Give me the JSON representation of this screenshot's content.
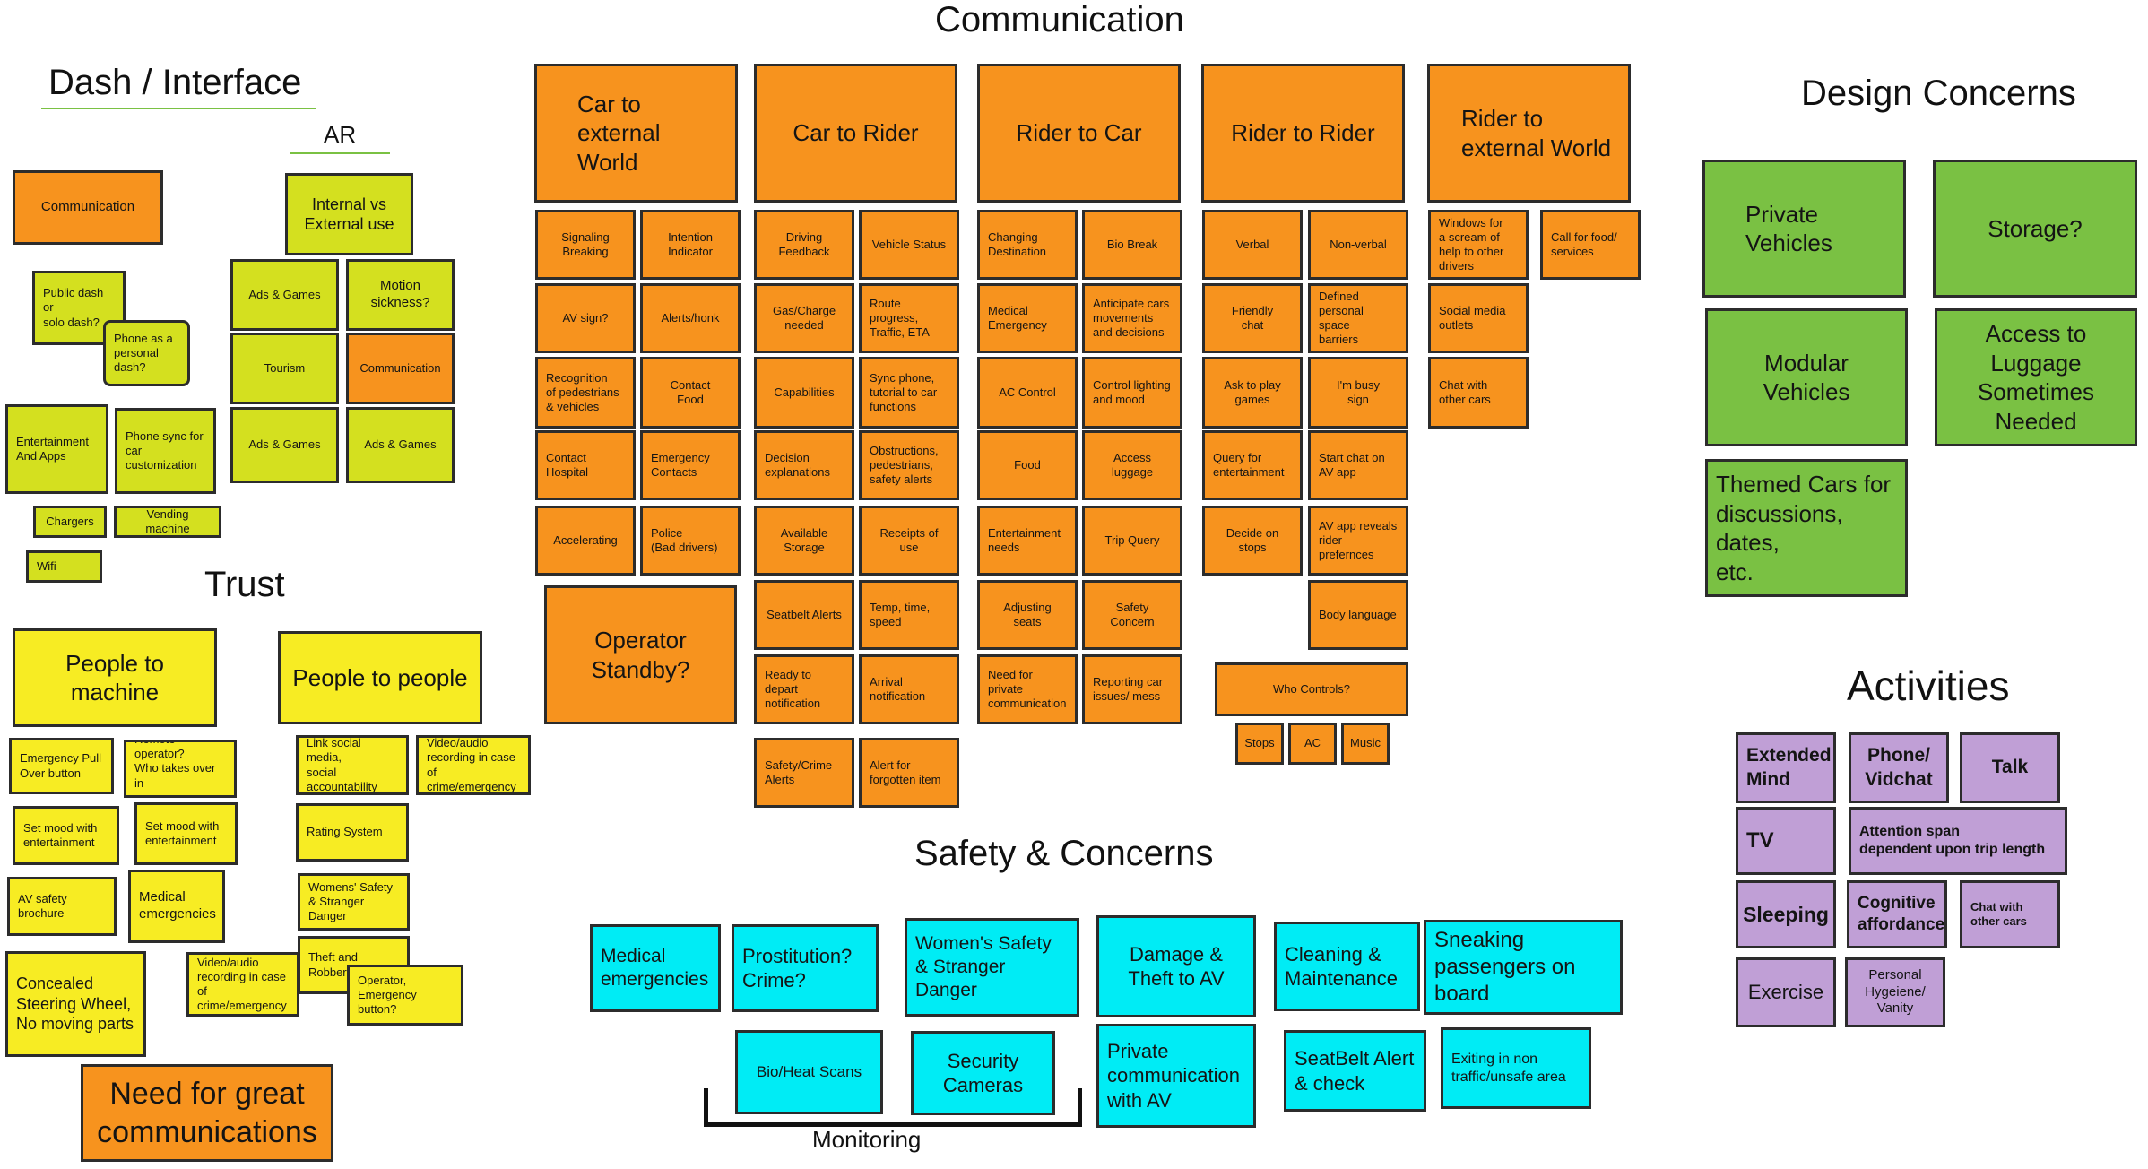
{
  "titles": {
    "communication": "Communication",
    "dash": "Dash / Interface",
    "ar": "AR",
    "trust": "Trust",
    "design": "Design Concerns",
    "activities": "Activities",
    "safety": "Safety & Concerns",
    "monitoring": "Monitoring"
  },
  "dash": {
    "communication": "Communication",
    "internal_external": "Internal vs\nExternal use",
    "public_dash": "Public dash\nor\nsolo dash?",
    "phone_dash": "Phone as a\npersonal dash?",
    "ads_games_1": "Ads & Games",
    "motion_sickness": "Motion\nsickness?",
    "tourism": "Tourism",
    "ar_communication": "Communication",
    "entertainment_apps": "Entertainment\nAnd Apps",
    "phone_sync": "Phone sync for\ncar\ncustomization",
    "ads_games_2": "Ads & Games",
    "ads_games_3": "Ads & Games",
    "chargers": "Chargers",
    "vending": "Vending machine",
    "wifi": "Wifi"
  },
  "trust": {
    "people_machine": "People to machine",
    "people_people": "People to people",
    "emergency_pull": "Emergency Pull\nOver button",
    "remote_operator": "Remote operator?\nWho takes over in\nemergency",
    "link_social": "Link social media,\nsocial accountability",
    "video_audio_1": "Video/audio\nrecording in case\nof crime/emergency",
    "set_mood_1": "Set mood with\nentertainment",
    "set_mood_2": "Set mood with\nentertainment",
    "rating_system": "Rating System",
    "av_safety": "AV safety brochure",
    "medical": "Medical\nemergencies",
    "womens_safety": "Womens' Safety\n& Stranger Danger",
    "theft_robbery": "Theft and Robbery",
    "concealed": "Concealed\nSteering Wheel,\nNo moving parts",
    "video_audio_2": "Video/audio\nrecording in case\nof crime/emergency",
    "operator_emergency": "Operator,\nEmergency button?",
    "need_great": "Need for great\ncommunications"
  },
  "communication": {
    "headers": {
      "car_external": "Car to external\nWorld",
      "car_rider": "Car to Rider",
      "rider_car": "Rider to Car",
      "rider_rider": "Rider to Rider",
      "rider_external": "Rider to\nexternal World"
    },
    "car_external": {
      "signaling": "Signaling\nBreaking",
      "intention": "Intention\nIndicator",
      "av_sign": "AV sign?",
      "alerts_honk": "Alerts/honk",
      "recognition": "Recognition\nof pedestrians\n& vehicles",
      "contact_food": "Contact\nFood",
      "contact_hospital": "Contact\nHospital",
      "emergency_contacts": "Emergency\nContacts",
      "accelerating": "Accelerating",
      "police": "Police\n(Bad drivers)",
      "operator_standby": "Operator\nStandby?"
    },
    "car_rider": {
      "driving_feedback": "Driving Feedback",
      "vehicle_status": "Vehicle Status",
      "gas_charge": "Gas/Charge\nneeded",
      "route_progress": "Route progress,\nTraffic, ETA",
      "capabilities": "Capabilities",
      "sync_phone": "Sync phone,\ntutorial to car\nfunctions",
      "decision": "Decision\nexplanations",
      "obstructions": "Obstructions,\npedestrians,\nsafety alerts",
      "available_storage": "Available\nStorage",
      "receipts": "Receipts of use",
      "seatbelt": "Seatbelt Alerts",
      "temp_time": "Temp, time,\nspeed",
      "ready_depart": "Ready to depart\nnotification",
      "arrival": "Arrival\nnotification",
      "safety_crime": "Safety/Crime\nAlerts",
      "alert_forgotten": "Alert for\nforgotten item"
    },
    "rider_car": {
      "changing_destination": "Changing\nDestination",
      "bio_break": "Bio Break",
      "medical_emergency": "Medical\nEmergency",
      "anticipate": "Anticipate cars\nmovements\nand decisions",
      "ac_control": "AC Control",
      "control_lighting": "Control lighting\nand mood",
      "food": "Food",
      "access_luggage": "Access luggage",
      "entertainment_needs": "Entertainment\nneeds",
      "trip_query": "Trip Query",
      "adjusting_seats": "Adjusting seats",
      "safety_concern": "Safety Concern",
      "private_comm": "Need for private\ncommunication",
      "reporting": "Reporting car\nissues/ mess"
    },
    "rider_rider": {
      "verbal": "Verbal",
      "nonverbal": "Non-verbal",
      "friendly_chat": "Friendly\nchat",
      "defined_space": "Defined\npersonal\nspace\nbarriers",
      "ask_play": "Ask to play\ngames",
      "busy_sign": "I'm busy\nsign",
      "query_entertainment": "Query for\nentertainment",
      "start_chat": "Start chat on\nAV app",
      "decide_stops": "Decide on stops",
      "av_app_reveals": "AV app reveals\nrider prefernces",
      "body_language": "Body language",
      "who_controls": "Who Controls?",
      "stops": "Stops",
      "ac": "AC",
      "music": "Music"
    },
    "rider_external": {
      "windows": "Windows for\na scream of\nhelp to other\ndrivers",
      "call_food": "Call for food/\nservices",
      "social_media": "Social media\noutlets",
      "chat_cars": "Chat with\nother cars"
    }
  },
  "safety": {
    "medical": "Medical\nemergencies",
    "prostitution": "Prostitution?\nCrime?",
    "womens_safety": "Women's Safety\n& Stranger Danger",
    "damage_theft": "Damage &\nTheft to AV",
    "cleaning": "Cleaning &\nMaintenance",
    "sneaking": "Sneaking\npassengers on\nboard",
    "bio_heat": "Bio/Heat Scans",
    "security_cameras": "Security\nCameras",
    "private_comm": "Private\ncommunication\nwith AV",
    "seatbelt": "SeatBelt Alert\n& check",
    "exiting": "Exiting in non\ntraffic/unsafe area"
  },
  "design": {
    "private_vehicles": "Private\nVehicles",
    "storage": "Storage?",
    "modular_vehicles": "Modular\nVehicles",
    "access_luggage": "Access to\nLuggage\nSometimes\nNeeded",
    "themed_cars": "Themed Cars for\ndiscussions, dates,\netc."
  },
  "activities": {
    "extended_mind": "Extended\nMind",
    "phone_vidchat": "Phone/\nVidchat",
    "talk": "Talk",
    "tv": "TV",
    "attention_span": "Attention span\ndependent upon trip length",
    "sleeping": "Sleeping",
    "cognitive": "Cognitive\naffordances",
    "chat_cars": "Chat with\nother cars",
    "exercise": "Exercise",
    "hygiene": "Personal\nHygeiene/\nVanity"
  },
  "colors": {
    "orange": "#f7931e",
    "lime": "#d4e01f",
    "yellow": "#f7ec23",
    "cyan": "#00ecf5",
    "green": "#7ac143",
    "purple": "#c09fd6"
  }
}
